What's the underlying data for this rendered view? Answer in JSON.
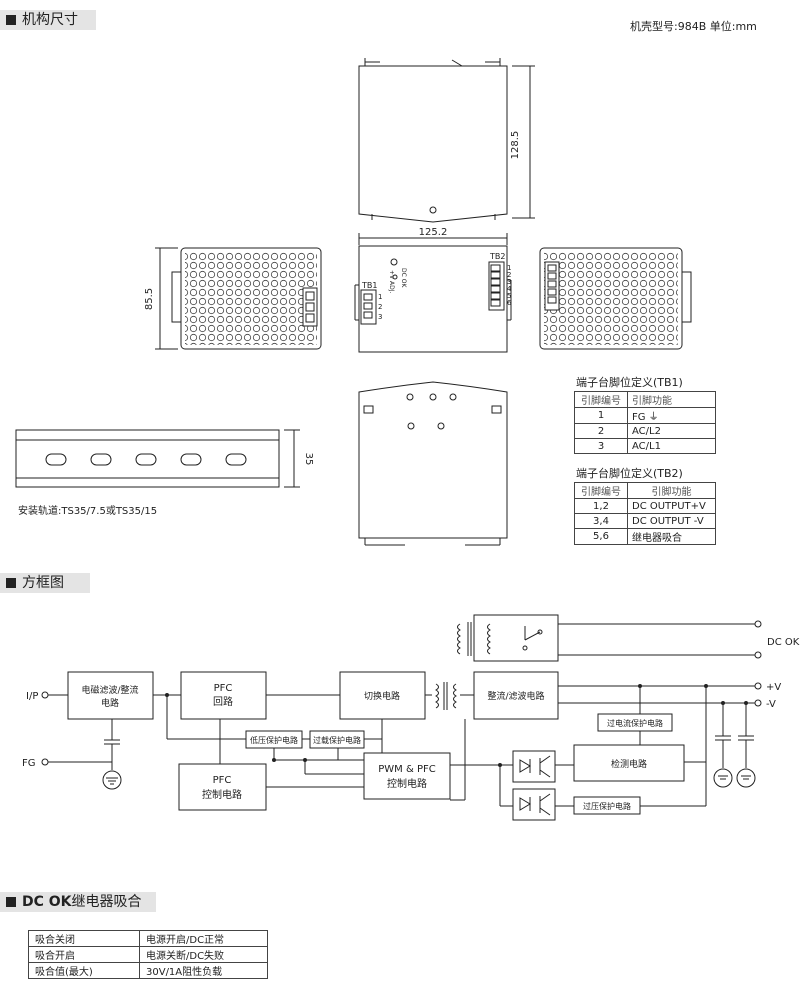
{
  "sections": {
    "mechanical": "机构尺寸",
    "block": "方框图",
    "dcok_prefix": "DC OK",
    "dcok_suffix": "继电器吸合"
  },
  "case_info": "机壳型号:984B 单位:mm",
  "dims": {
    "height": "128.5",
    "width": "125.2",
    "depth": "85.5",
    "rail_height": "35"
  },
  "rail_note": "安装轨道:TS35/7.5或TS35/15",
  "front_labels": {
    "tb1": "TB1",
    "tb2": "TB2",
    "dcok_vert": "DC OK",
    "adj_vert": "+V ADJ.",
    "tb1_pins": [
      "1",
      "2",
      "3"
    ],
    "tb2_pins": [
      "1",
      "2",
      "3",
      "4",
      "5",
      "6"
    ]
  },
  "tb1_table": {
    "title": "端子台脚位定义(TB1)",
    "headers": [
      "引脚编号",
      "引脚功能"
    ],
    "rows": [
      [
        "1",
        "FG ⏚"
      ],
      [
        "2",
        "AC/L2"
      ],
      [
        "3",
        "AC/L1"
      ]
    ]
  },
  "tb2_table": {
    "title": "端子台脚位定义(TB2)",
    "headers": [
      "引脚编号",
      "引脚功能"
    ],
    "rows": [
      [
        "1,2",
        "DC OUTPUT+V"
      ],
      [
        "3,4",
        "DC OUTPUT -V"
      ],
      [
        "5,6",
        "继电器吸合"
      ]
    ]
  },
  "block_diagram": {
    "ip": "I/P",
    "fg": "FG",
    "emi": [
      "电磁滤波/整流",
      "电路"
    ],
    "pfc": [
      "PFC",
      "回路"
    ],
    "switch": "切换电路",
    "rect": "整流/滤波电路",
    "uvp": "低压保护电路",
    "olp": "过载保护电路",
    "pfc_ctrl": [
      "PFC",
      "控制电路"
    ],
    "pwm": [
      "PWM & PFC",
      "控制电路"
    ],
    "ocp": "过电流保护电路",
    "detect": "检测电路",
    "ovp": "过压保护电路",
    "dcok": "DC OK",
    "vpos": "+V",
    "vneg": "-V"
  },
  "relay_table": [
    [
      "吸合关闭",
      "电源开启/DC正常"
    ],
    [
      "吸合开启",
      "电源关断/DC失败"
    ],
    [
      "吸合值(最大)",
      "30V/1A阻性负载"
    ]
  ]
}
